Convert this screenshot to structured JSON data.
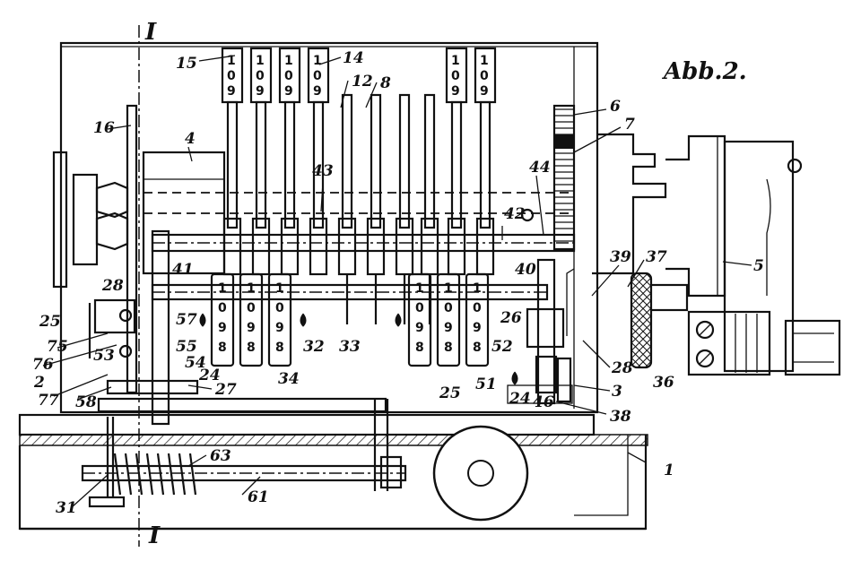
{
  "figure": {
    "title": "Abb.2.",
    "section_mark": "I"
  },
  "counter_wheels": {
    "top_row": [
      "1",
      "0",
      "9"
    ],
    "bottom_row": [
      "1",
      "0",
      "9",
      "8"
    ]
  },
  "reference_numerals": {
    "n1": "1",
    "n2": "2",
    "n3": "3",
    "n4": "4",
    "n5": "5",
    "n6": "6",
    "n7": "7",
    "n8": "8",
    "n12": "12",
    "n14": "14",
    "n15": "15",
    "n16": "16",
    "n24a": "24",
    "n24b": "24",
    "n25a": "25",
    "n25b": "25",
    "n26": "26",
    "n27": "27",
    "n28a": "28",
    "n28b": "28",
    "n31": "31",
    "n32": "32",
    "n33": "33",
    "n34": "34",
    "n36": "36",
    "n37": "37",
    "n38": "38",
    "n39": "39",
    "n40": "40",
    "n41": "41",
    "n42": "42",
    "n43": "43",
    "n44": "44",
    "n46": "46",
    "n51": "51",
    "n52": "52",
    "n53": "53",
    "n54": "54",
    "n55": "55",
    "n57": "57",
    "n58": "58",
    "n61": "61",
    "n63": "63",
    "n75": "75",
    "n76": "76",
    "n77": "77"
  },
  "colors": {
    "ink": "#111111",
    "paper": "#ffffff"
  }
}
